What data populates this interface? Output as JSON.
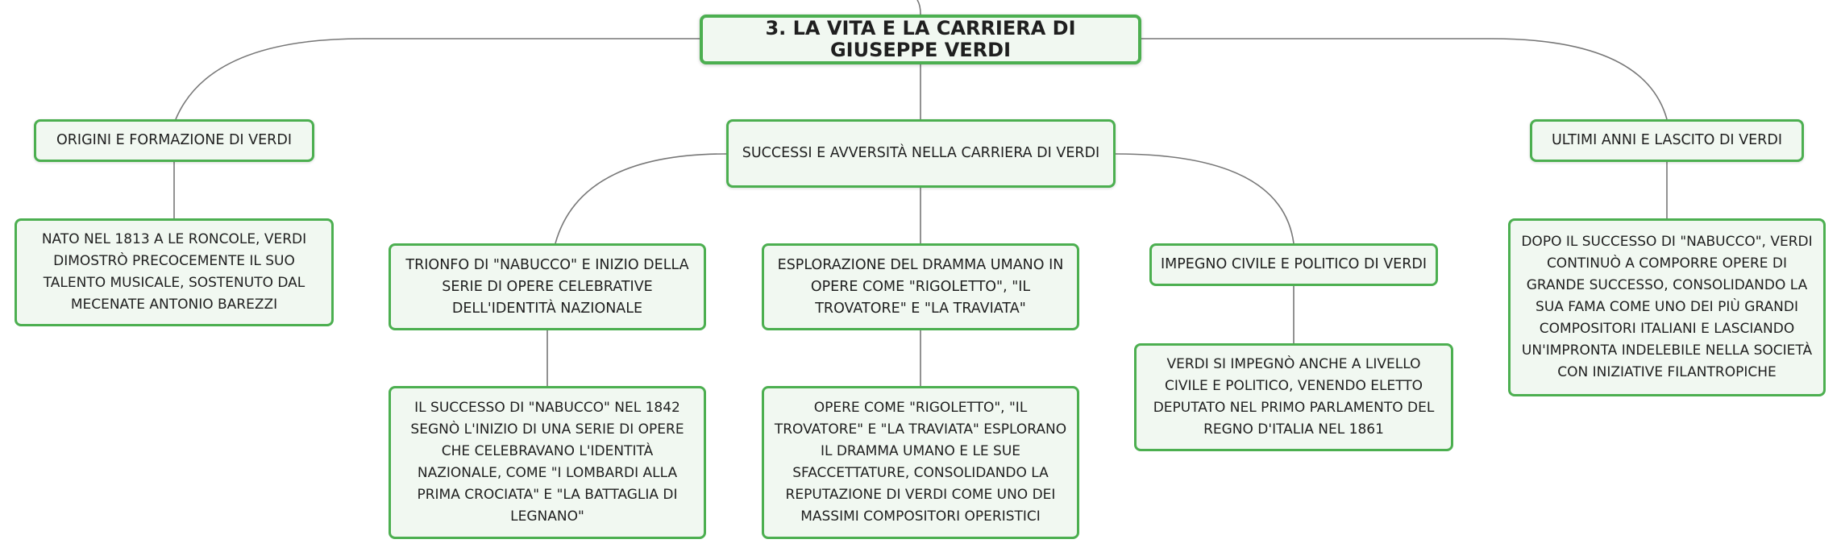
{
  "diagram": {
    "root": {
      "label": "3. LA VITA E LA CARRIERA DI GIUSEPPE VERDI"
    },
    "branches": {
      "origins": {
        "label": "ORIGINI E FORMAZIONE DI VERDI",
        "detail": "NATO NEL 1813 A LE RONCOLE, VERDI DIMOSTRÒ PRECOCEMENTE IL SUO TALENTO MUSICALE, SOSTENUTO DAL MECENATE ANTONIO BAREZZI"
      },
      "career": {
        "label": "SUCCESSI E AVVERSITÀ NELLA CARRIERA DI VERDI",
        "children": {
          "nabucco": {
            "label": "TRIONFO DI \"NABUCCO\" E INIZIO DELLA SERIE DI OPERE CELEBRATIVE DELL'IDENTITÀ NAZIONALE",
            "detail": "IL SUCCESSO DI \"NABUCCO\" NEL 1842 SEGNÒ L'INIZIO DI UNA SERIE DI OPERE CHE CELEBRAVANO L'IDENTITÀ NAZIONALE, COME \"I LOMBARDI ALLA PRIMA CROCIATA\" E \"LA BATTAGLIA DI LEGNANO\""
          },
          "drama": {
            "label": "ESPLORAZIONE DEL DRAMMA UMANO IN OPERE COME \"RIGOLETTO\", \"IL TROVATORE\" E \"LA TRAVIATA\"",
            "detail": "OPERE COME \"RIGOLETTO\", \"IL TROVATORE\" E \"LA TRAVIATA\" ESPLORANO IL DRAMMA UMANO E LE SUE SFACCETTATURE, CONSOLIDANDO LA REPUTAZIONE DI VERDI COME UNO DEI MASSIMI COMPOSITORI OPERISTICI"
          },
          "civic": {
            "label": "IMPEGNO CIVILE E POLITICO DI VERDI",
            "detail": "VERDI SI IMPEGNÒ ANCHE A LIVELLO CIVILE E POLITICO, VENENDO ELETTO DEPUTATO NEL PRIMO PARLAMENTO DEL REGNO D'ITALIA NEL 1861"
          }
        }
      },
      "legacy": {
        "label": "ULTIMI ANNI E LASCITO DI VERDI",
        "detail": "DOPO IL SUCCESSO DI \"NABUCCO\", VERDI CONTINUÒ A COMPORRE OPERE DI GRANDE SUCCESSO, CONSOLIDANDO LA SUA FAMA COME UNO DEI PIÙ GRANDI COMPOSITORI ITALIANI E LASCIANDO UN'IMPRONTA INDELEBILE NELLA SOCIETÀ CON INIZIATIVE FILANTROPICHE"
      }
    },
    "colors": {
      "node_border": "#4caf50",
      "node_fill": "#f1f8f1",
      "connector": "#777777"
    }
  }
}
